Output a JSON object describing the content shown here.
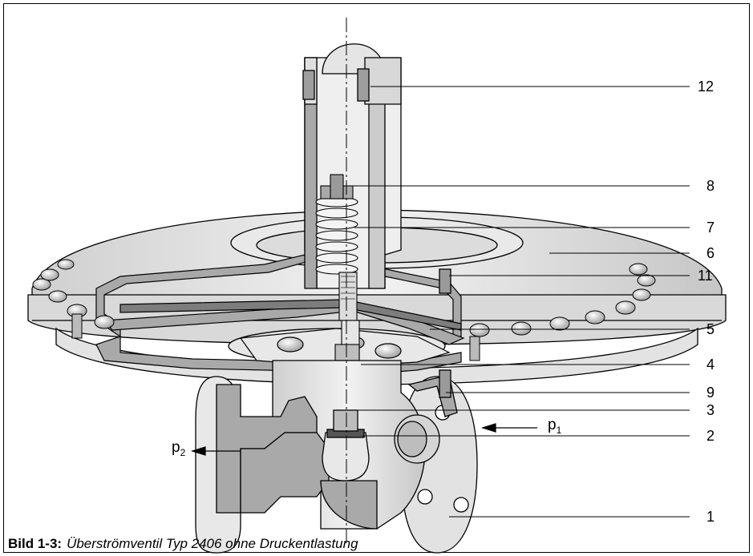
{
  "callouts": [
    {
      "id": "12",
      "label": "12"
    },
    {
      "id": "8",
      "label": "8"
    },
    {
      "id": "7",
      "label": "7"
    },
    {
      "id": "6",
      "label": "6"
    },
    {
      "id": "11",
      "label": "11"
    },
    {
      "id": "5",
      "label": "5"
    },
    {
      "id": "4",
      "label": "4"
    },
    {
      "id": "9",
      "label": "9"
    },
    {
      "id": "3",
      "label": "3"
    },
    {
      "id": "2",
      "label": "2"
    },
    {
      "id": "1",
      "label": "1"
    }
  ],
  "pressures": {
    "p1": {
      "base": "p",
      "sub": "1"
    },
    "p2": {
      "base": "p",
      "sub": "2"
    }
  },
  "caption": {
    "number": "Bild 1-3:",
    "text": "Überströmventil Typ 2406 ohne Druckentlastung"
  },
  "colors": {
    "outline": "#000000",
    "section_fill": "#a9a9a9",
    "body_fill": "#ededed",
    "shade": "#d3d3d3"
  }
}
